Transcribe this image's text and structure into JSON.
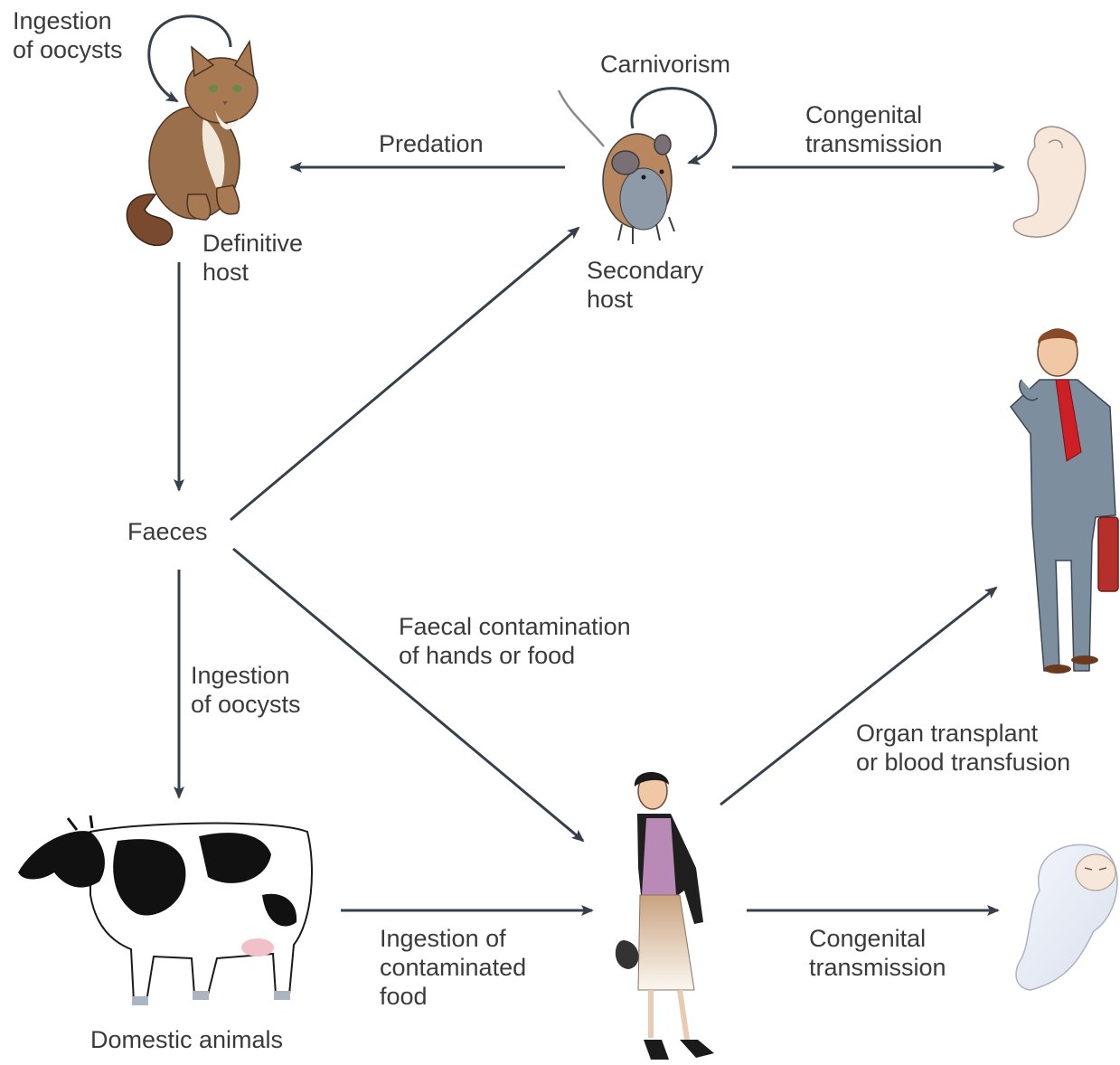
{
  "colors": {
    "arrow": "#35404a",
    "text": "#3a3a3a",
    "cat_fur": "#9a6f4c",
    "cat_chest": "#f1e8da",
    "mouse_body": "#b8875f",
    "mouse_belly": "#8f9aa8",
    "skin": "#f6e7da",
    "suit": "#7d8e9f",
    "tie": "#cc2026",
    "briefcase": "#b5302a",
    "woman_top": "#b98ab5",
    "jacket": "#1f1f1f",
    "skirt_top": "#c9a37f",
    "blanket": "#e8ecf4"
  },
  "labels": {
    "ingestion_oocysts_top": [
      "Ingestion",
      "of oocysts"
    ],
    "carnivorism": [
      "Carnivorism"
    ],
    "predation": [
      "Predation"
    ],
    "congenital_top": [
      "Congenital",
      "transmission"
    ],
    "definitive_host": [
      "Definitive",
      "host"
    ],
    "secondary_host": [
      "Secondary",
      "host"
    ],
    "faeces": [
      "Faeces"
    ],
    "faecal_contamination": [
      "Faecal contamination",
      "of hands or food"
    ],
    "ingestion_oocysts_mid": [
      "Ingestion",
      "of oocysts"
    ],
    "organ_transplant": [
      "Organ transplant",
      "or blood transfusion"
    ],
    "ingestion_food": [
      "Ingestion of",
      "contaminated",
      "food"
    ],
    "congenital_bottom": [
      "Congenital",
      "transmission"
    ],
    "domestic_animals": [
      "Domestic animals"
    ]
  },
  "icons": {
    "cat": "cat-icon",
    "mouse": "mouse-icon",
    "fetus": "fetus-icon",
    "man": "businessman-icon",
    "cow": "cow-icon",
    "woman": "woman-icon",
    "baby": "swaddled-baby-icon"
  }
}
